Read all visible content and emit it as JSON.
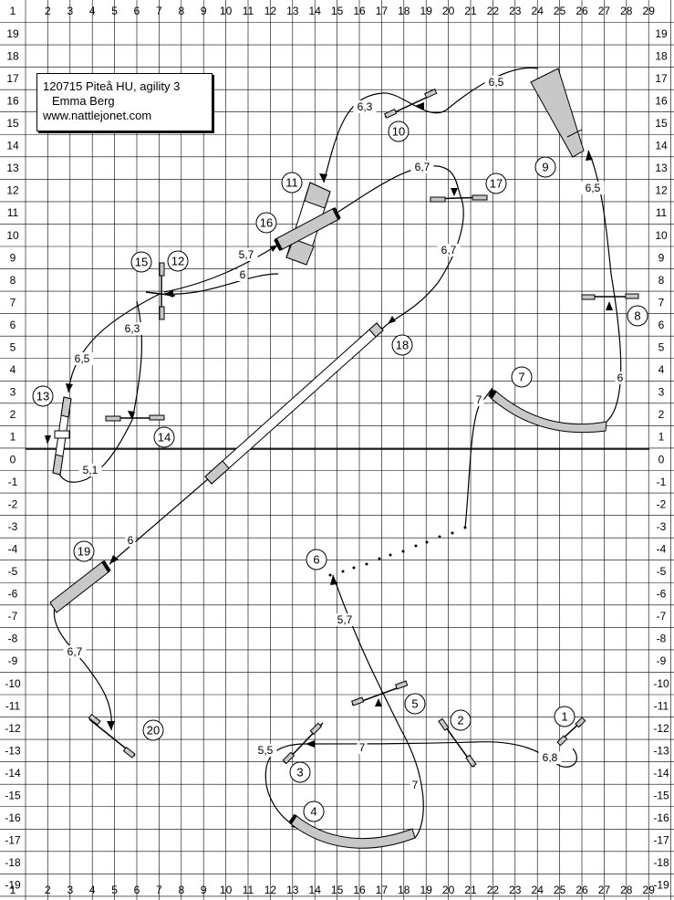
{
  "course_info": {
    "line1": "120715 Piteå HU, agility 3",
    "line2": "Emma Berg",
    "line3": "www.nattlejonet.com"
  },
  "grid": {
    "top_numbers": [
      "1",
      "2",
      "3",
      "4",
      "5",
      "6",
      "7",
      "8",
      "9",
      "10",
      "11",
      "12",
      "13",
      "14",
      "15",
      "16",
      "17",
      "18",
      "19",
      "20",
      "21",
      "22",
      "23",
      "24",
      "25",
      "26",
      "27",
      "28",
      "29"
    ],
    "side_numbers": [
      "19",
      "18",
      "17",
      "16",
      "15",
      "14",
      "13",
      "12",
      "11",
      "10",
      "9",
      "8",
      "7",
      "6",
      "5",
      "4",
      "3",
      "2",
      "1",
      "0",
      "-1",
      "-2",
      "-3",
      "-4",
      "-5",
      "-6",
      "-7",
      "-8",
      "-9",
      "-10",
      "-11",
      "-12",
      "-13",
      "-14",
      "-15",
      "-16",
      "-17",
      "-18",
      "-19"
    ]
  },
  "obstacles": [
    {
      "num": "1",
      "type": "jump"
    },
    {
      "num": "2",
      "type": "jump"
    },
    {
      "num": "3",
      "type": "jump"
    },
    {
      "num": "4",
      "type": "tunnel"
    },
    {
      "num": "5",
      "type": "jump"
    },
    {
      "num": "6",
      "type": "weave"
    },
    {
      "num": "7",
      "type": "tunnel"
    },
    {
      "num": "8",
      "type": "jump"
    },
    {
      "num": "9",
      "type": "a-frame"
    },
    {
      "num": "10",
      "type": "jump"
    },
    {
      "num": "11",
      "type": "table"
    },
    {
      "num": "12",
      "type": "jump"
    },
    {
      "num": "13",
      "type": "seesaw"
    },
    {
      "num": "14",
      "type": "jump"
    },
    {
      "num": "15",
      "type": "jump"
    },
    {
      "num": "16",
      "type": "tire"
    },
    {
      "num": "17",
      "type": "jump"
    },
    {
      "num": "18",
      "type": "dogwalk"
    },
    {
      "num": "19",
      "type": "tunnel"
    },
    {
      "num": "20",
      "type": "jump"
    }
  ],
  "distances": [
    "6,8",
    "7",
    "5,5",
    "7",
    "5,7",
    "7",
    "6",
    "6,5",
    "6,5",
    "6,3",
    "6,7",
    "6,7",
    "6",
    "5,7",
    "6,5",
    "6,3",
    "5,1",
    "6",
    "6,7"
  ]
}
